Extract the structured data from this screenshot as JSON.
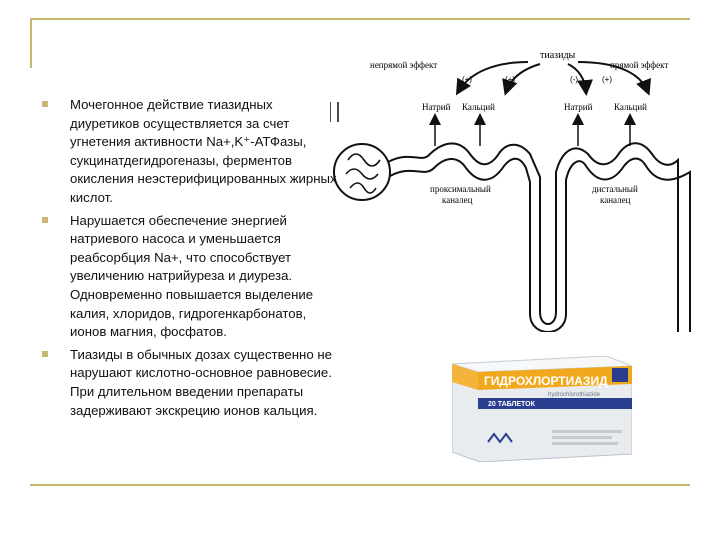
{
  "slide": {
    "bullets": [
      "Мочегонное действие тиазидных диуретиков осуществляется за счет угнетения активности Na+,K⁺-АТФазы, сукцинатдегидрогеназы, ферментов окисления неэстерифицированных жирных кислот.",
      "Нарушается обеспечение энергией натриевого насоса и уменьшается реабсорбция Na+, что способствует увеличению натрийуреза и диуреза. Одновременно повышается выделение калия, хлоридов, гидрогенкарбонатов, ионов магния, фосфатов.",
      "Тиазиды в обычных дозах существенно не нарушают кислотно-основное равновесие. При длительном введении препараты задерживают экскрецию ионов кальция."
    ]
  },
  "diagram": {
    "title": "тиазиды",
    "left_effect": "непрямой эффект",
    "right_effect": "прямой эффект",
    "plus_1": "(+)",
    "plus_2": "(+)",
    "plus_3": "(-)",
    "plus_4": "(+)",
    "sodium_1": "Натрий",
    "calcium_1": "Кальций",
    "sodium_2": "Натрий",
    "calcium_2": "Кальций",
    "proximal_1": "проксимальный",
    "proximal_2": "каналец",
    "distal_1": "дистальный",
    "distal_2": "каналец"
  },
  "package": {
    "brand": "ГИДРОХЛОРТИАЗИД",
    "count": "20 ТАБЛЕТОК",
    "side_text": "hydrochlorothiazide",
    "colors": {
      "band": "#f2a81d",
      "box": "#e9ecef",
      "blue": "#2a3f8f"
    }
  }
}
